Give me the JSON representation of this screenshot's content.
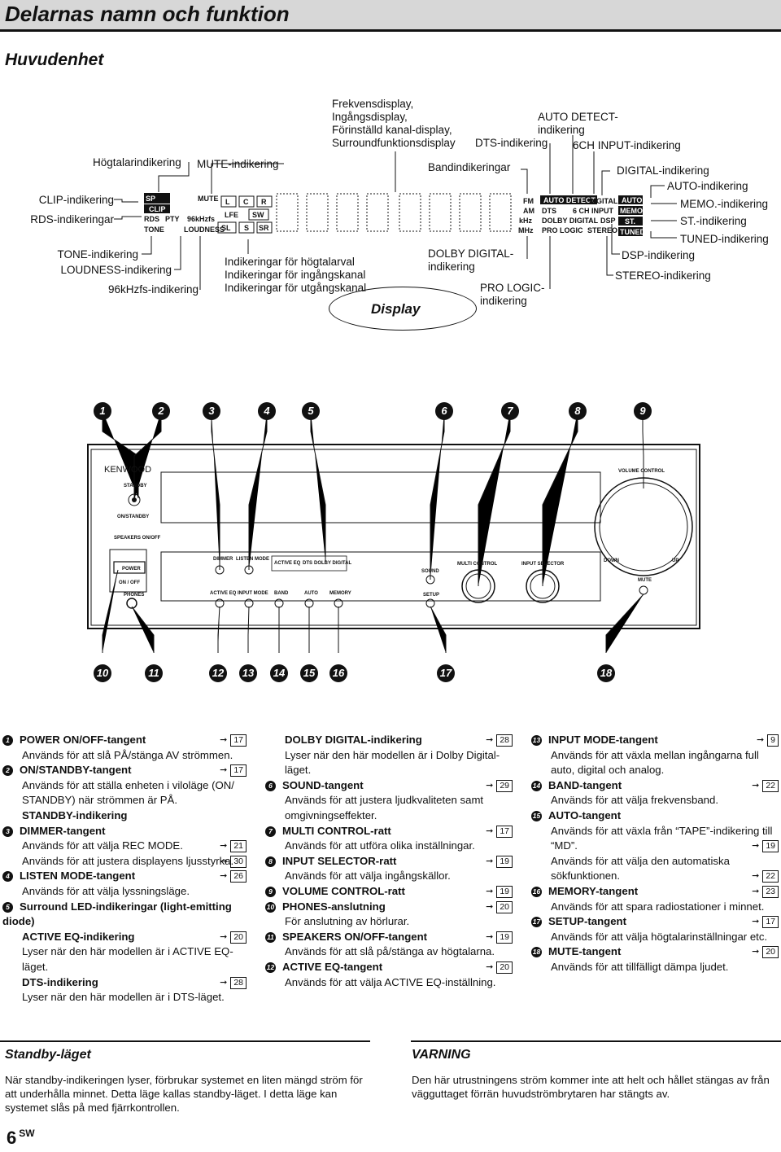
{
  "header": {
    "title": "Delarnas namn och funktion",
    "subtitle": "Huvudenhet"
  },
  "display_labels": {
    "clip": "CLIP-indikering",
    "rds": "RDS-indikeringar",
    "tone": "TONE-indikering",
    "loudness": "LOUDNESS-indikering",
    "khz96": "96kHzfs-indikering",
    "speaker": "Högtalarindikering",
    "mute": "MUTE-indikering",
    "freq1": "Frekvensdisplay,",
    "freq2": "Ingångsdisplay,",
    "freq3": "Förinställd kanal-display,",
    "freq4": "Surroundfunktionsdisplay",
    "spk_sel": "Indikeringar för högtalarval",
    "in_ch": "Indikeringar för ingångskanal",
    "out_ch": "Indikeringar för utgångskanal",
    "display": "Display",
    "band": "Bandindikeringar",
    "dts": "DTS-indikering",
    "autodet1": "AUTO DETECT-",
    "autodet2": "indikering",
    "ch6": "6CH INPUT-indikering",
    "dolby1": "DOLBY DIGITAL-",
    "dolby2": "indikering",
    "pro1": "PRO LOGIC-",
    "pro2": "indikering",
    "digital": "DIGITAL-indikering",
    "auto": "AUTO-indikering",
    "memo": "MEMO.-indikering",
    "st": "ST.-indikering",
    "tuned": "TUNED-indikering",
    "dsp": "DSP-indikering",
    "stereo": "STEREO-indikering"
  },
  "lcd": {
    "sp": "SP",
    "clip": "CLIP",
    "rds": "RDS",
    "pty": "PTY",
    "tone": "TONE",
    "mute": "MUTE",
    "khz": "96kHzfs",
    "loud": "LOUDNESS",
    "l": "L",
    "c": "C",
    "r": "R",
    "lfe": "LFE",
    "sw": "SW",
    "sl": "SL",
    "s": "S",
    "sr": "SR",
    "fm": "FM",
    "am": "AM",
    "khz2": "kHz",
    "mhz": "MHz",
    "autodetect": "AUTO DETECT",
    "dtsl": "DTS",
    "dolbyd": "DOLBY DIGITAL",
    "prologic": "PRO LOGIC",
    "digital": "DIGITAL",
    "ch6": "6 CH INPUT",
    "dsp": "DSP",
    "stereo": "STEREO",
    "autob": "AUTO",
    "memob": "MEMO.",
    "stb": "ST.",
    "tunedb": "TUNED"
  },
  "unit": {
    "brand": "KENWOOD",
    "volume": "VOLUME CONTROL",
    "standby": "STANDBY",
    "onstandby": "ON/STANDBY",
    "speakers": "SPEAKERS ON/OFF",
    "power": "POWER",
    "onoff": "ON / OFF",
    "phones": "PHONES",
    "dimmer": "DIMMER",
    "listen": "LISTEN MODE",
    "activeeq_led": "ACTIVE EQ",
    "dts_led": "DTS",
    "dolby_led": "DOLBY DIGITAL",
    "sound": "SOUND",
    "setup": "SETUP",
    "multi": "MULTI CONTROL",
    "input": "INPUT SELECTOR",
    "down": "DOWN",
    "up": "UP",
    "mutebtn": "MUTE",
    "activeeq": "ACTIVE EQ",
    "inputmode": "INPUT MODE",
    "band": "BAND",
    "auto": "AUTO",
    "memory": "MEMORY"
  },
  "numbers_top": [
    "1",
    "2",
    "3",
    "4",
    "5",
    "6",
    "7",
    "8",
    "9"
  ],
  "numbers_bottom": [
    "10",
    "11",
    "12",
    "13",
    "14",
    "15",
    "16",
    "17",
    "18"
  ],
  "desc": {
    "c1": [
      {
        "n": "1",
        "t": "POWER ON/OFF-tangent",
        "ref": "17",
        "d": "Används för att slå PÅ/stänga AV strömmen."
      },
      {
        "n": "2",
        "t": "ON/STANDBY-tangent",
        "ref": "17",
        "d": "Används för att ställa enheten i viloläge (ON/ STANDBY) när strömmen är PÅ."
      },
      {
        "t": "STANDBY-indikering"
      },
      {
        "n": "3",
        "t": "DIMMER-tangent",
        "d": "Används för att välja REC MODE.",
        "dref": "21",
        "d2": "Används för att justera displayens ljusstyrka.",
        "d2ref": "30"
      },
      {
        "n": "4",
        "t": "LISTEN MODE-tangent",
        "ref": "26",
        "d": "Används för att välja lyssningsläge."
      },
      {
        "n": "5",
        "t": "Surround LED-indikeringar (light-emitting diode)"
      },
      {
        "t": "ACTIVE EQ-indikering",
        "ref": "20",
        "d": "Lyser när den här modellen är i ACTIVE EQ-läget."
      },
      {
        "t": "DTS-indikering",
        "ref": "28",
        "d": "Lyser när den här modellen är i DTS-läget."
      }
    ],
    "c2": [
      {
        "t": "DOLBY DIGITAL-indikering",
        "ref": "28",
        "d": "Lyser när den här modellen är i Dolby Digital-läget."
      },
      {
        "n": "6",
        "t": "SOUND-tangent",
        "ref": "29",
        "d": "Används för att justera ljudkvaliteten samt omgivningseffekter."
      },
      {
        "n": "7",
        "t": "MULTI CONTROL-ratt",
        "ref": "17",
        "d": "Används för att utföra olika inställningar."
      },
      {
        "n": "8",
        "t": "INPUT SELECTOR-ratt",
        "ref": "19",
        "d": "Används för att välja ingångskällor."
      },
      {
        "n": "9",
        "t": "VOLUME CONTROL-ratt",
        "ref": "19"
      },
      {
        "n": "10",
        "t": "PHONES-anslutning",
        "ref": "20",
        "d": "För anslutning av hörlurar."
      },
      {
        "n": "11",
        "t": "SPEAKERS ON/OFF-tangent",
        "ref": "19",
        "d": "Används för att slå på/stänga av högtalarna."
      },
      {
        "n": "12",
        "t": "ACTIVE EQ-tangent",
        "ref": "20",
        "d": "Används för att välja ACTIVE EQ-inställning."
      }
    ],
    "c3": [
      {
        "n": "13",
        "t": "INPUT MODE-tangent",
        "ref": "9",
        "d": "Används för att växla mellan ingångarna full auto, digital och analog."
      },
      {
        "n": "14",
        "t": "BAND-tangent",
        "ref": "22",
        "d": "Används för att välja frekvensband."
      },
      {
        "n": "15",
        "t": "AUTO-tangent",
        "d": "Används för att växla från “TAPE”-indikering till “MD”.",
        "dref": "19",
        "d2": "Används för att välja den automatiska sökfunktionen.",
        "d2ref": "22"
      },
      {
        "n": "16",
        "t": "MEMORY-tangent",
        "ref": "23",
        "d": "Används för att spara radiostationer i minnet."
      },
      {
        "n": "17",
        "t": "SETUP-tangent",
        "ref": "17",
        "d": "Används för att välja högtalarinställningar etc."
      },
      {
        "n": "18",
        "t": "MUTE-tangent",
        "ref": "20",
        "d": "Används för att tillfälligt dämpa ljudet."
      }
    ]
  },
  "standby": {
    "title": "Standby-läget",
    "text": "När standby-indikeringen lyser, förbrukar systemet en liten mängd ström för att underhålla minnet. Detta läge kallas standby-läget. I detta läge kan systemet slås på med fjärrkontrollen."
  },
  "varning": {
    "title": "VARNING",
    "text": "Den här utrustningens ström kommer inte att helt och hållet stängas av från vägguttaget förrän huvudströmbrytaren har stängts av."
  },
  "page": {
    "num": "6",
    "lang": "SW"
  }
}
